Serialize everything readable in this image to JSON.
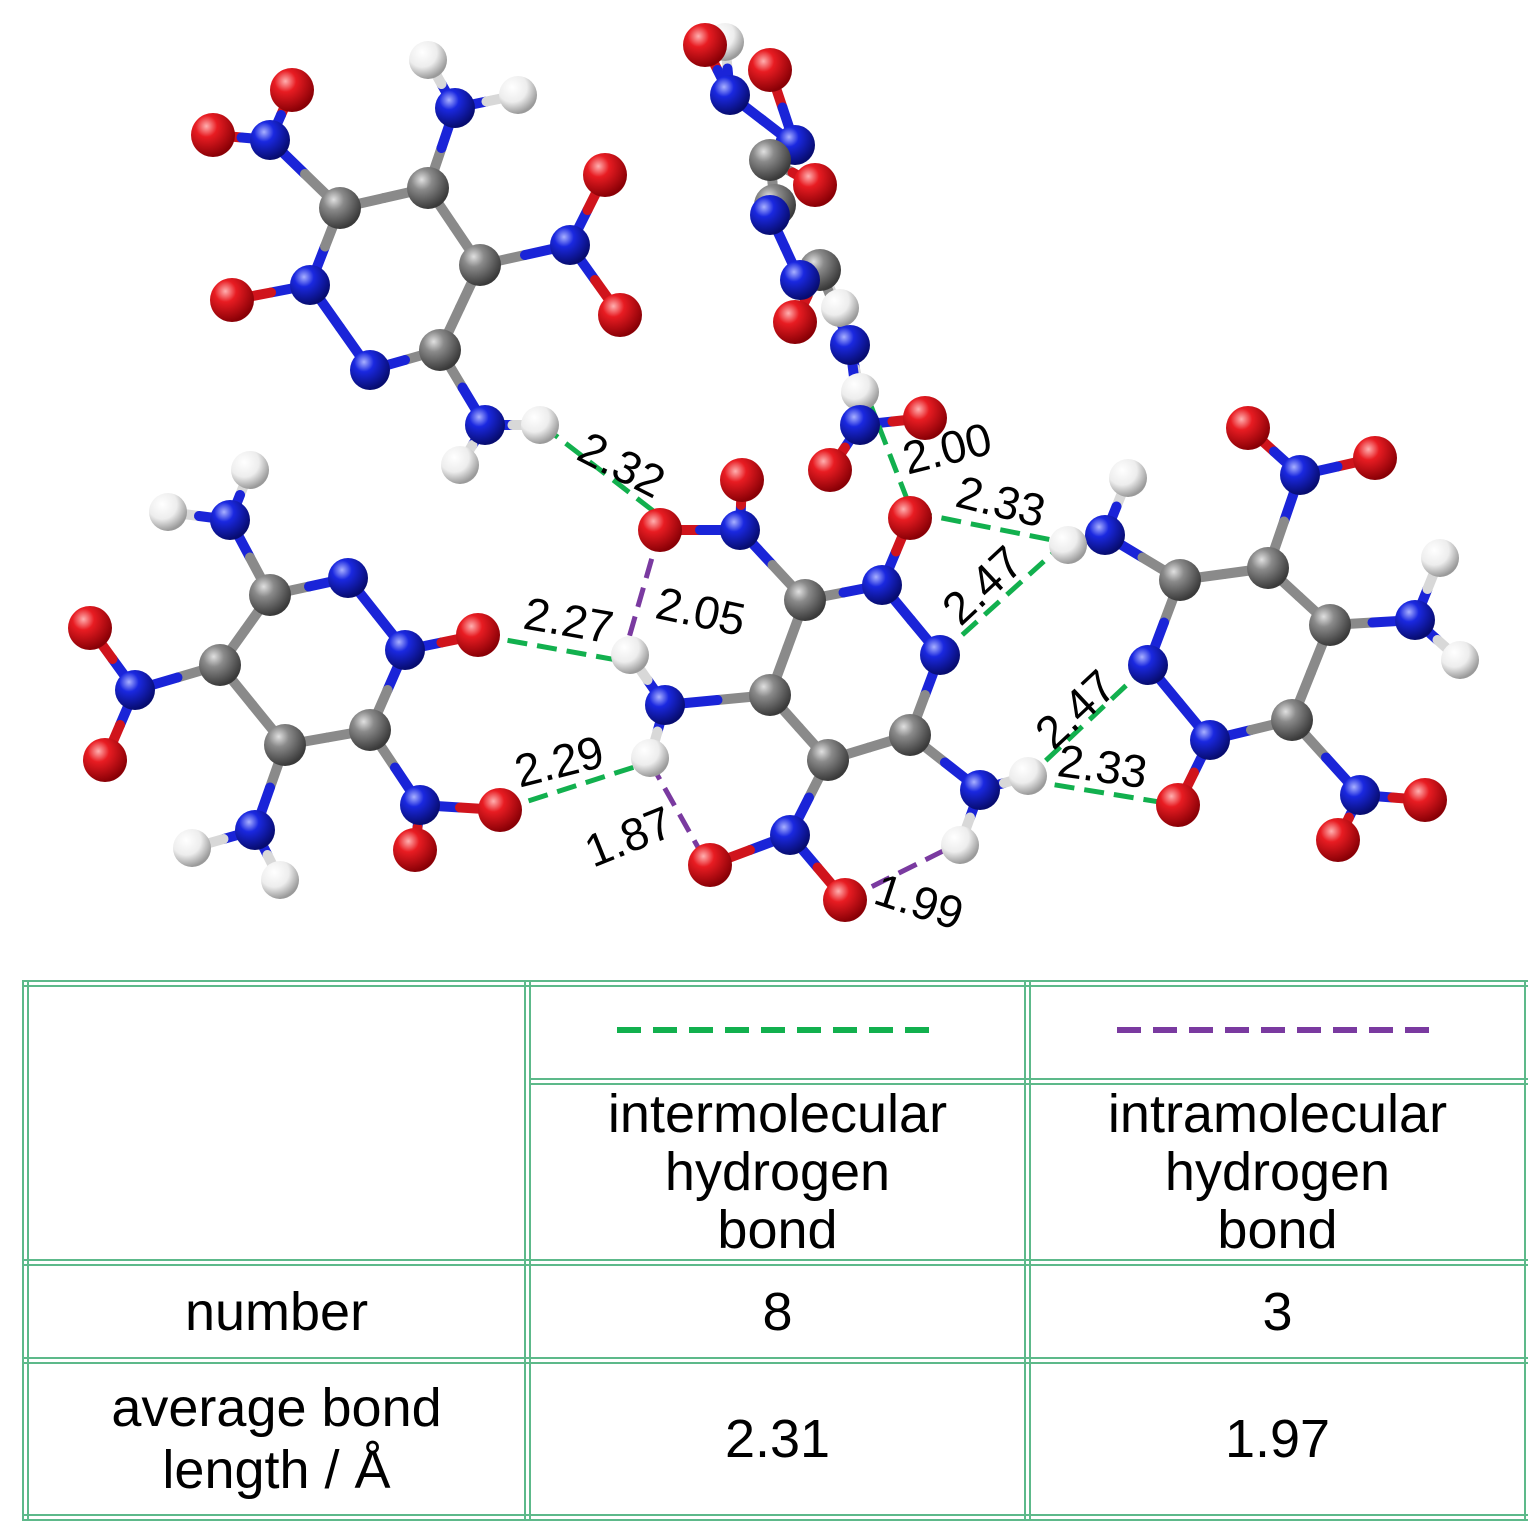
{
  "diagram": {
    "distance_labels": [
      {
        "text": "2.32",
        "bond_type": "intermolecular"
      },
      {
        "text": "2.05",
        "bond_type": "intramolecular"
      },
      {
        "text": "2.27",
        "bond_type": "intermolecular"
      },
      {
        "text": "2.29",
        "bond_type": "intermolecular"
      },
      {
        "text": "1.87",
        "bond_type": "intramolecular"
      },
      {
        "text": "1.99",
        "bond_type": "intramolecular"
      },
      {
        "text": "2.00",
        "bond_type": "intermolecular"
      },
      {
        "text": "2.33",
        "bond_type": "intermolecular"
      },
      {
        "text": "2.47",
        "bond_type": "intermolecular"
      },
      {
        "text": "2.47",
        "bond_type": "intermolecular"
      },
      {
        "text": "2.33",
        "bond_type": "intermolecular"
      }
    ],
    "atom_colors": {
      "O": "#e0141c",
      "N": "#1a24d8",
      "C": "#808080",
      "H": "#f2f2f2"
    },
    "bond_colors": {
      "intermolecular": "#12b04e",
      "intramolecular": "#7a3aa0"
    }
  },
  "table": {
    "intermolecular_label": "intermolecular hydrogen bond",
    "intramolecular_label": "intramolecular hydrogen bond",
    "row_number_label": "number",
    "row_avg_label": "average bond length / Å",
    "intermolecular_number": "8",
    "intramolecular_number": "3",
    "intermolecular_avg": "2.31",
    "intramolecular_avg": "1.97",
    "border_color": "#5db98a"
  }
}
